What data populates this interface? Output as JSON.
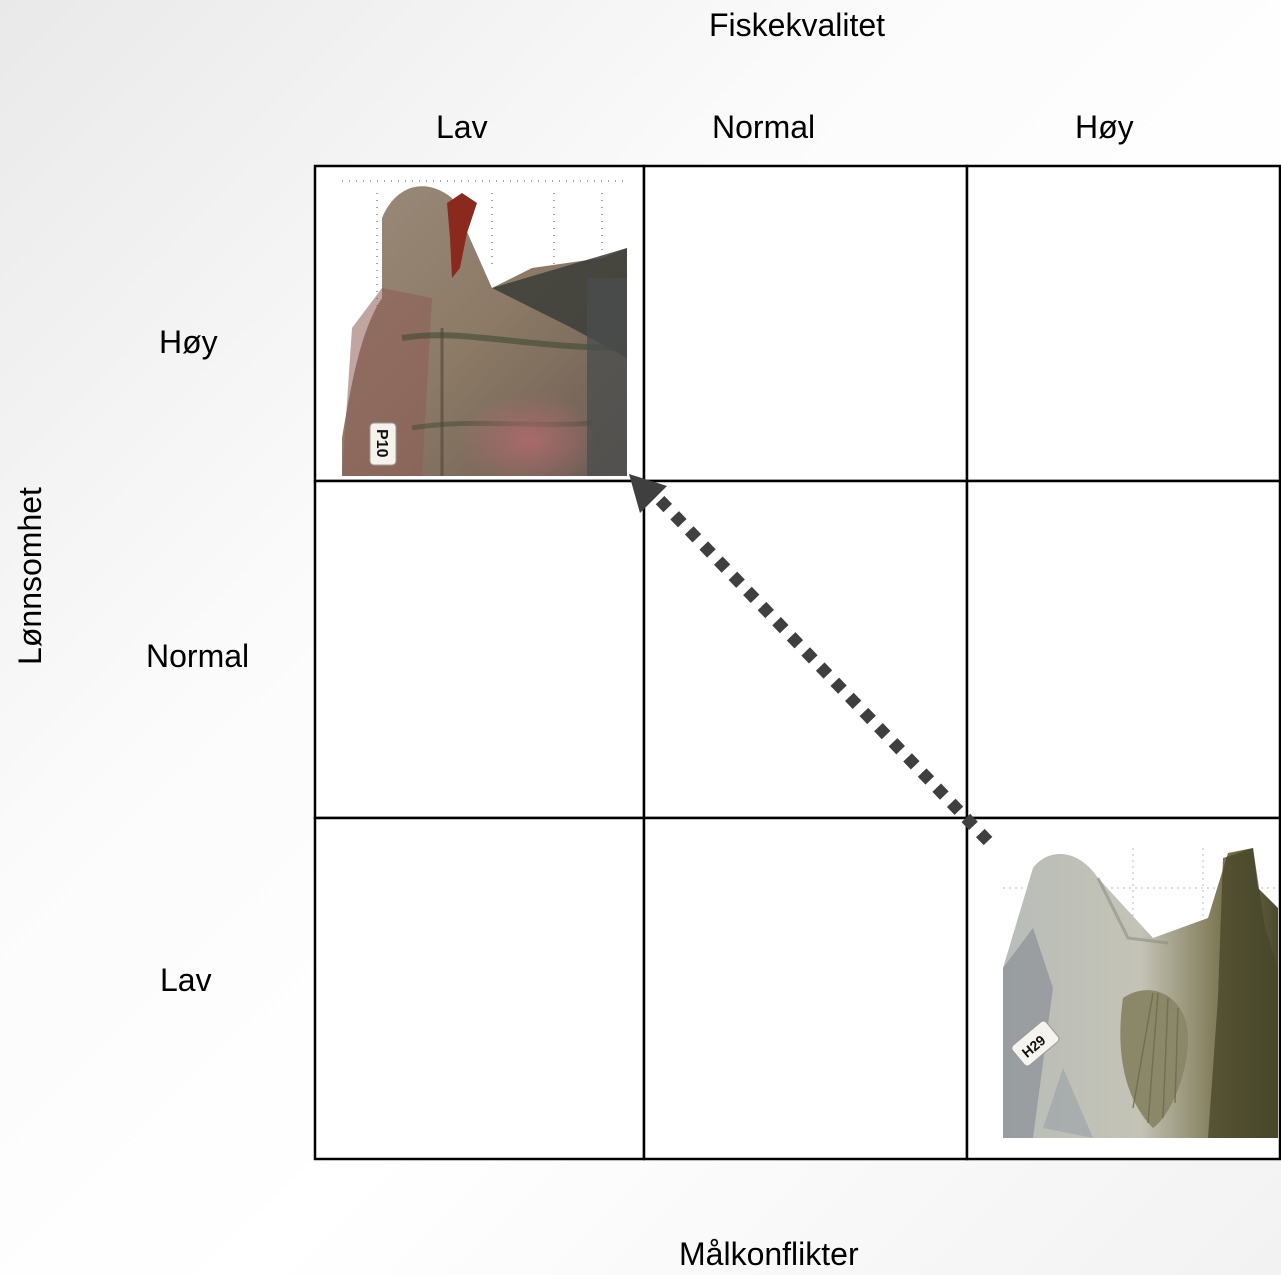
{
  "diagram": {
    "top_axis_title": "Fiskekvalitet",
    "column_labels": [
      "Lav",
      "Normal",
      "Høy"
    ],
    "side_axis_title": "Lønnsomhet",
    "row_labels": [
      "Høy",
      "Normal",
      "Lav"
    ],
    "bottom_title": "Målkonflikter",
    "photo_tags": {
      "top_left": "P10",
      "bottom_right": "H29"
    }
  },
  "colors": {
    "grid_line": "#000000",
    "arrow": "#3f3f3f"
  }
}
